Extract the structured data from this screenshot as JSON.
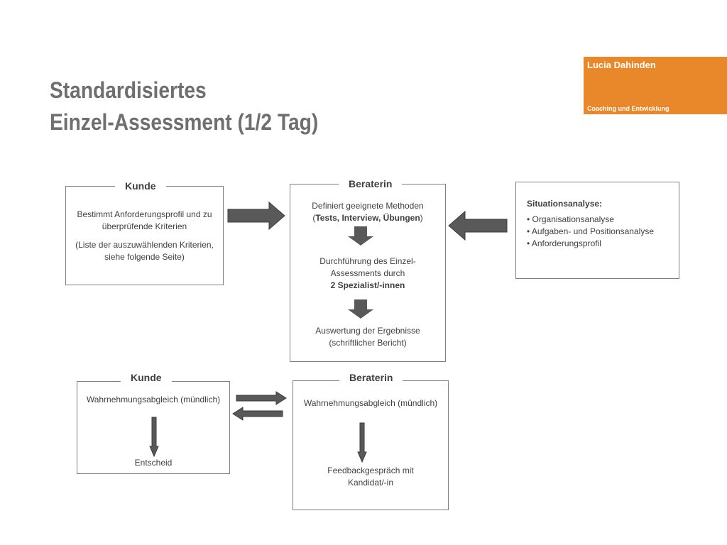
{
  "slide": {
    "title_lines": [
      "Standardisiertes",
      "Einzel-Assessment (1/2 Tag)"
    ]
  },
  "logo": {
    "name": "Lucia Dahinden",
    "tagline": "Coaching und Entwicklung",
    "color": "#e9882b"
  },
  "top_row": {
    "kunde": {
      "title": "Kunde",
      "lines": [
        "Bestimmt Anforderungsprofil und zu",
        "überprüfende Kriterien"
      ],
      "note_lines": [
        "(Liste der auszuwählenden Kriterien,",
        "siehe folgende Seite)"
      ]
    },
    "beraterin": {
      "title": "Beraterin",
      "step1": {
        "line1": "Definiert geeignete Methoden",
        "line2_open": "(",
        "line2_bold": "Tests, Interview, Übungen",
        "line2_close": ")"
      },
      "step2": {
        "line1": "Durchführung des Einzel-",
        "line2": "Assessments durch",
        "line3_bold": "2 Spezialist/-innen"
      },
      "step3": {
        "line1": "Auswertung der Ergebnisse",
        "line2": "(schriftlicher Bericht)"
      }
    },
    "situation": {
      "heading": "Situationsanalyse:",
      "items": [
        "• Organisationsanalyse",
        "• Aufgaben- und Positionsanalyse",
        "• Anforderungsprofil"
      ]
    }
  },
  "bottom_row": {
    "kunde": {
      "title": "Kunde",
      "line1": "Wahrnehmungsabgleich (mündlich)",
      "line2": "Entscheid"
    },
    "beraterin": {
      "title": "Beraterin",
      "line1": "Wahrnehmungsabgleich (mündlich)",
      "line2a": "Feedbackgespräch mit",
      "line2b": "Kandidat/-in"
    }
  },
  "colors": {
    "arrow_fill": "#595959",
    "box_border": "#7f7f7f",
    "title_text": "#6f6f6f"
  }
}
